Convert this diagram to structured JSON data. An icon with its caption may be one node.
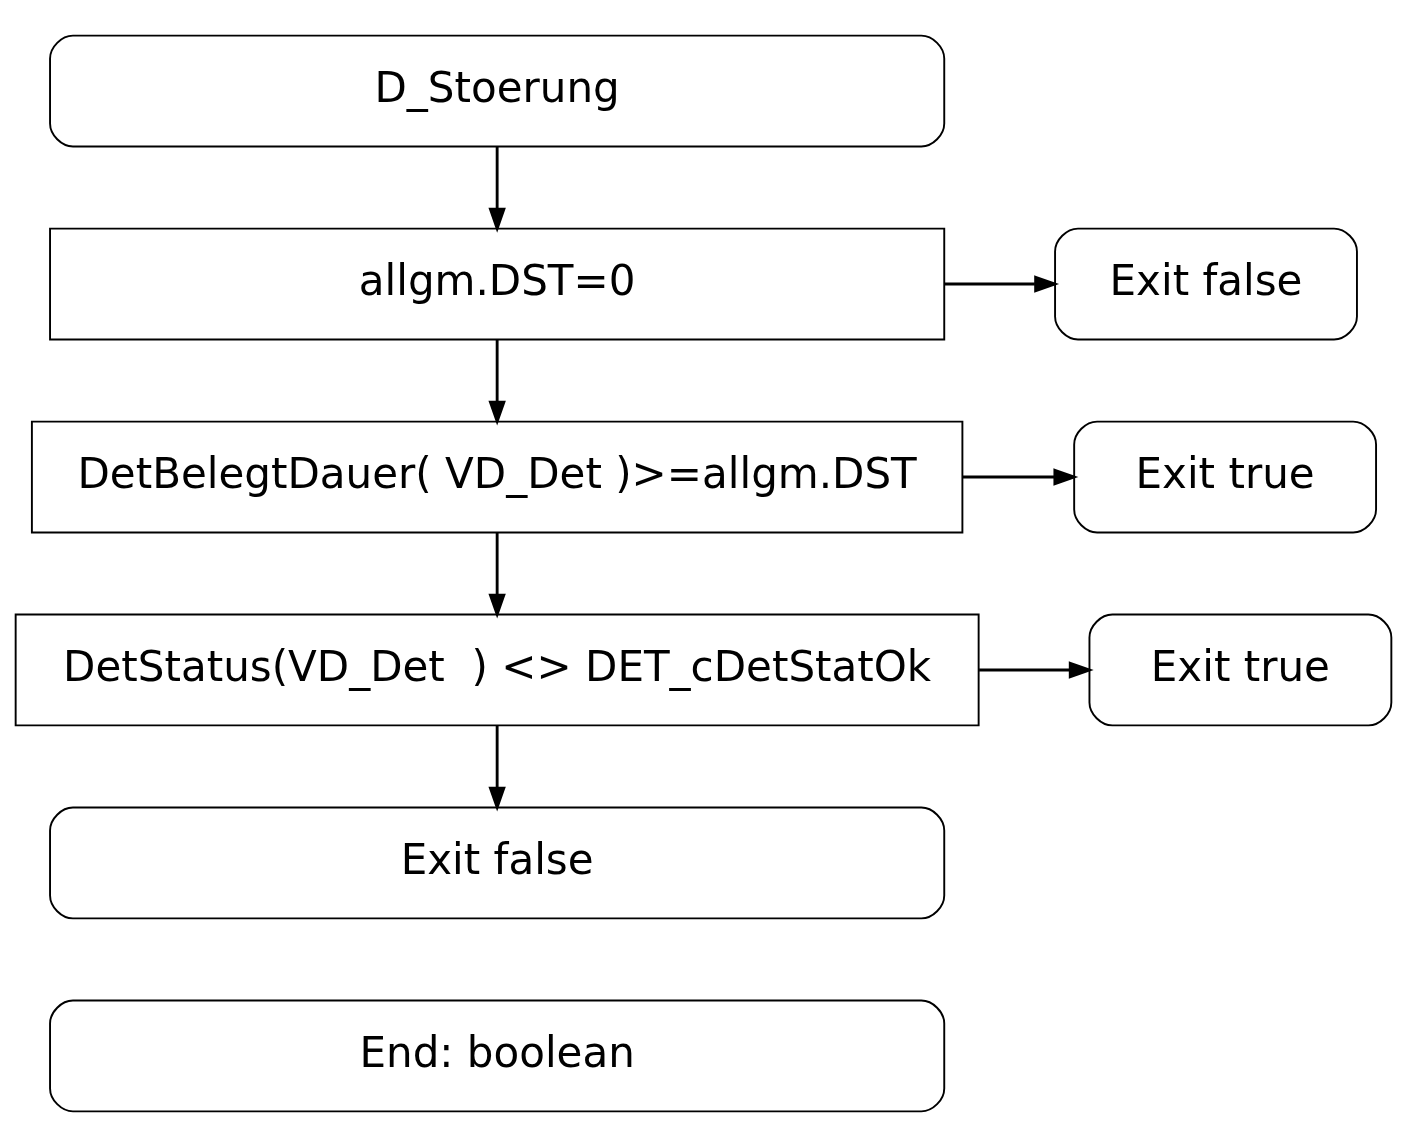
{
  "diagram": {
    "nodes": [
      {
        "text": [
          "D_Stoerung"
        ]
      },
      {
        "text": [
          "allgm.DST=0"
        ]
      },
      {
        "text": [
          "Exit false"
        ]
      },
      {
        "text": [
          "DetBelegtDauer( VD_Det )>=allgm.DST"
        ]
      },
      {
        "text": [
          "Exit true"
        ]
      },
      {
        "text": [
          "DetStatus(VD_Det  ) <> DET_cDetStatOk"
        ]
      },
      {
        "text": [
          "Exit true"
        ]
      },
      {
        "text": [
          "Exit false"
        ]
      },
      {
        "text": [
          "End: boolean"
        ]
      }
    ],
    "edges": [
      {
        "from": 0,
        "to": 1,
        "arrow": "to"
      },
      {
        "from": 1,
        "to": 2,
        "arrow": "to"
      },
      {
        "from": 1,
        "to": 3,
        "arrow": "to"
      },
      {
        "from": 3,
        "to": 4,
        "arrow": "to"
      },
      {
        "from": 3,
        "to": 5,
        "arrow": "to"
      },
      {
        "from": 5,
        "to": 6,
        "arrow": "to"
      },
      {
        "from": 5,
        "to": 7,
        "arrow": "to"
      }
    ]
  }
}
